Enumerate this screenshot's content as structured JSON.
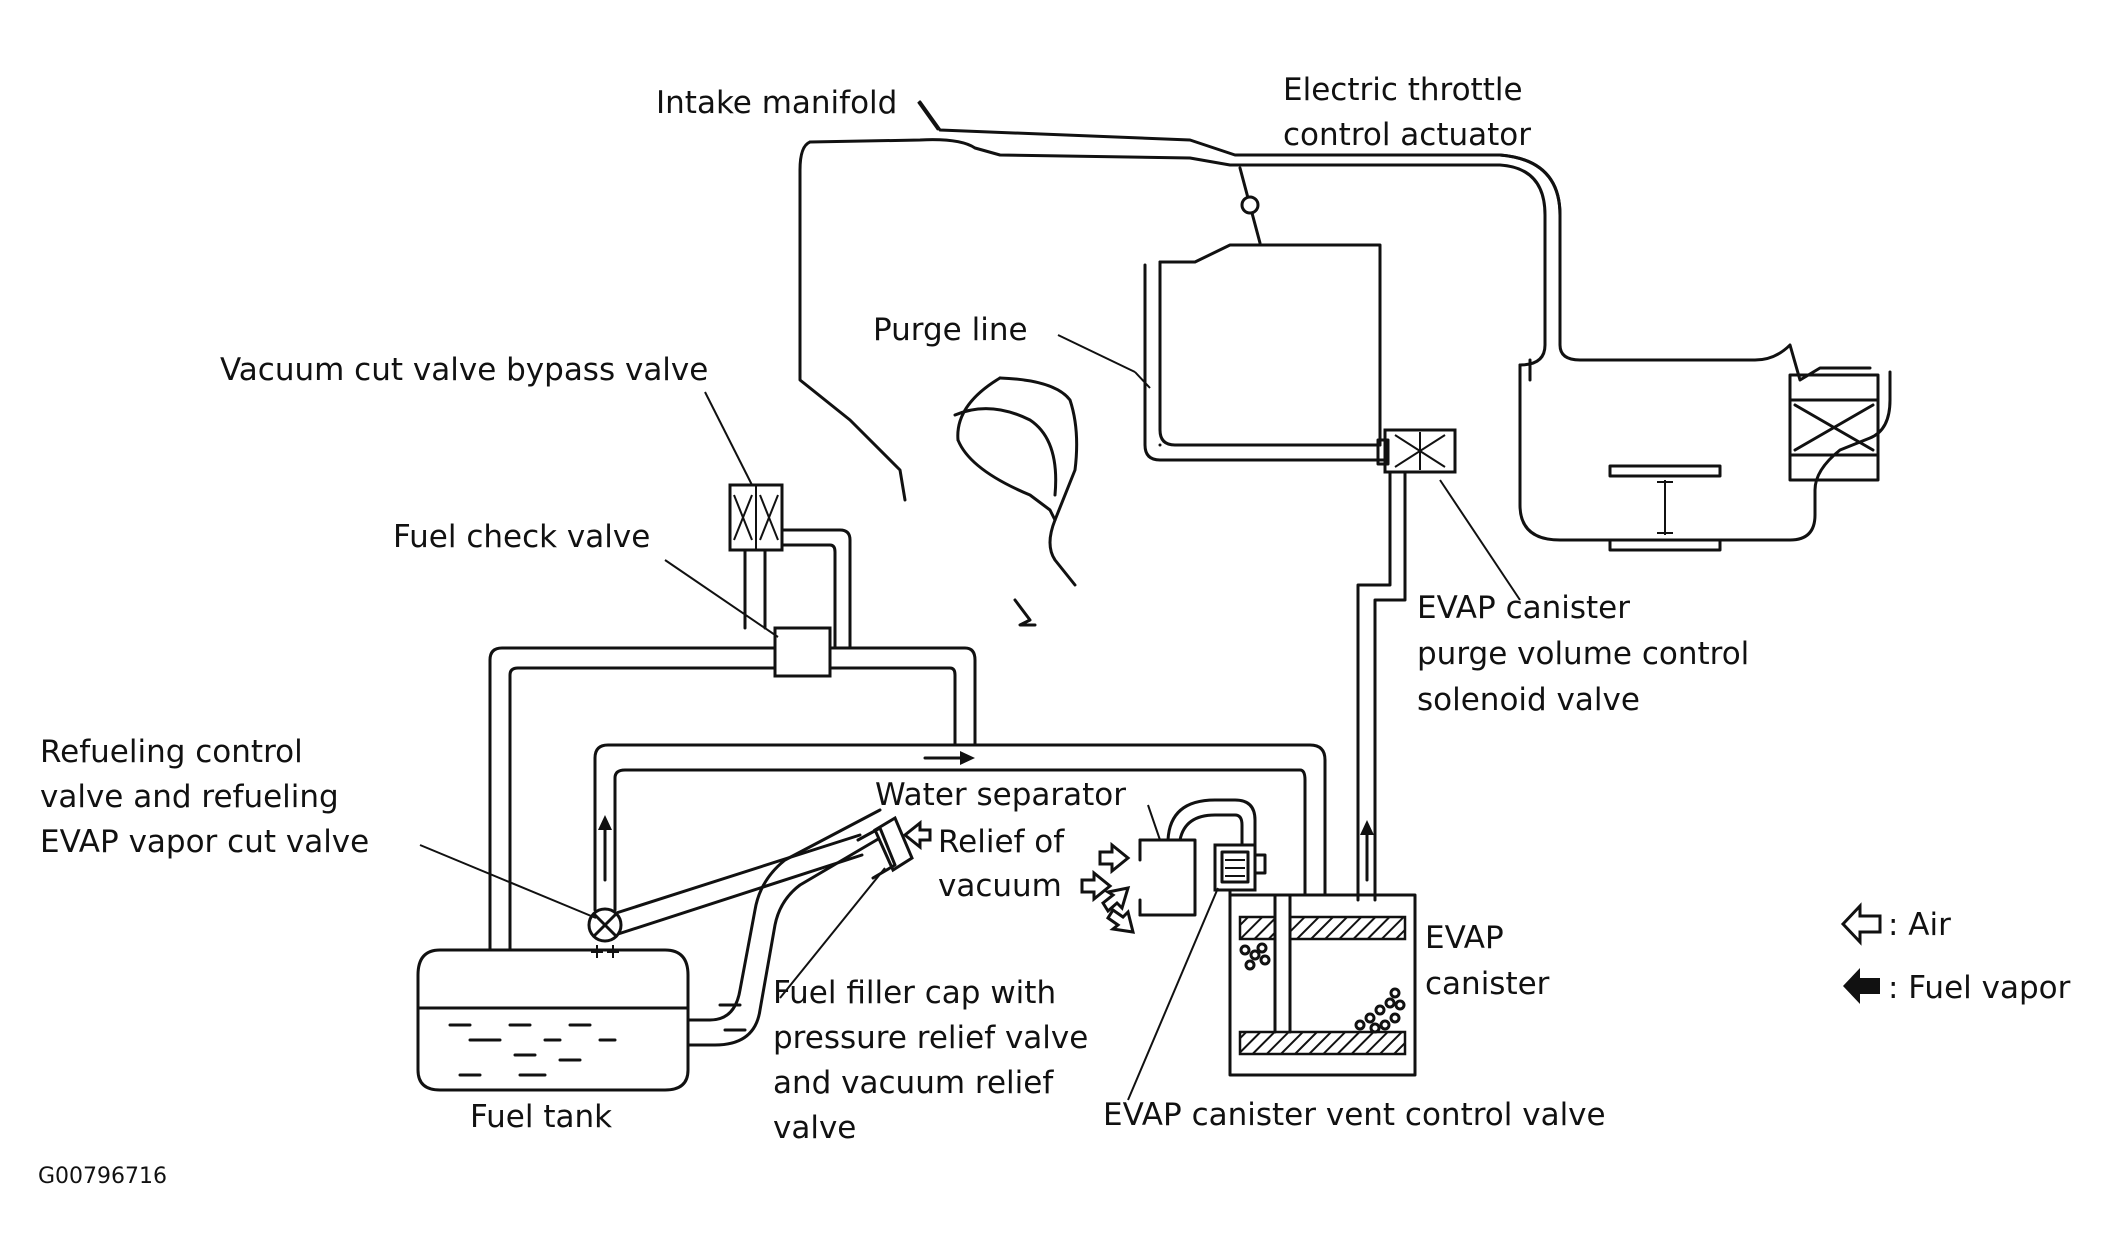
{
  "labels": {
    "intake_manifold": "Intake manifold",
    "throttle_line1": "Electric throttle",
    "throttle_line2": "control actuator",
    "purge_line": "Purge line",
    "vacuum_cut_valve_bypass_valve": "Vacuum cut valve bypass valve",
    "fuel_check_valve": "Fuel check valve",
    "purge_solenoid_line1": "EVAP canister",
    "purge_solenoid_line2": "purge volume control",
    "purge_solenoid_line3": "solenoid valve",
    "refueling_line1": "Refueling control",
    "refueling_line2": "valve and refueling",
    "refueling_line3": "EVAP vapor cut valve",
    "water_separator": "Water separator",
    "relief_line1": "Relief of",
    "relief_line2": "vacuum",
    "evap_canister_line1": "EVAP",
    "evap_canister_line2": "canister",
    "filler_cap_line1": "Fuel filler cap with",
    "filler_cap_line2": "pressure relief valve",
    "filler_cap_line3": "and vacuum relief",
    "filler_cap_line4": "valve",
    "fuel_tank": "Fuel tank",
    "vent_control_valve": "EVAP canister vent control valve"
  },
  "legend": {
    "air": ": Air",
    "fuel_vapor": ": Fuel vapor"
  },
  "figure_id": "G00796716"
}
